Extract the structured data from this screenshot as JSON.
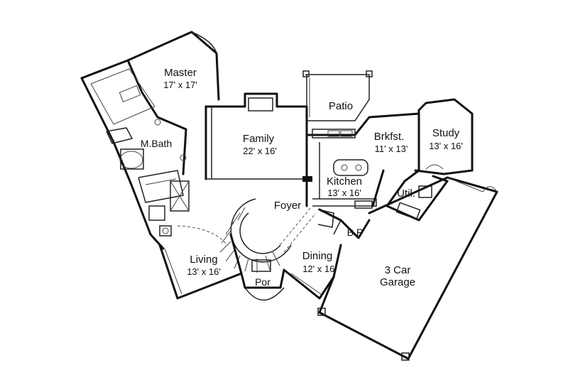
{
  "rooms": {
    "master": {
      "name": "Master",
      "size": "17' x 17'"
    },
    "family": {
      "name": "Family",
      "size": "22' x 16'"
    },
    "patio": {
      "name": "Patio"
    },
    "brkfst": {
      "name": "Brkfst.",
      "size": "11' x 13'"
    },
    "study": {
      "name": "Study",
      "size": "13' x 16'"
    },
    "mbath": {
      "name": "M.Bath"
    },
    "kitchen": {
      "name": "Kitchen",
      "size": "13' x 16'"
    },
    "foyer": {
      "name": "Foyer"
    },
    "util": {
      "name": "Util."
    },
    "bp": {
      "name": "B.P"
    },
    "living": {
      "name": "Living",
      "size": "13' x 16'"
    },
    "dining": {
      "name": "Dining",
      "size": "12' x 16'"
    },
    "por": {
      "name": "Por"
    },
    "garage": {
      "name": "3 Car",
      "name2": "Garage"
    }
  },
  "colors": {
    "line": "#111111",
    "background": "#ffffff"
  }
}
